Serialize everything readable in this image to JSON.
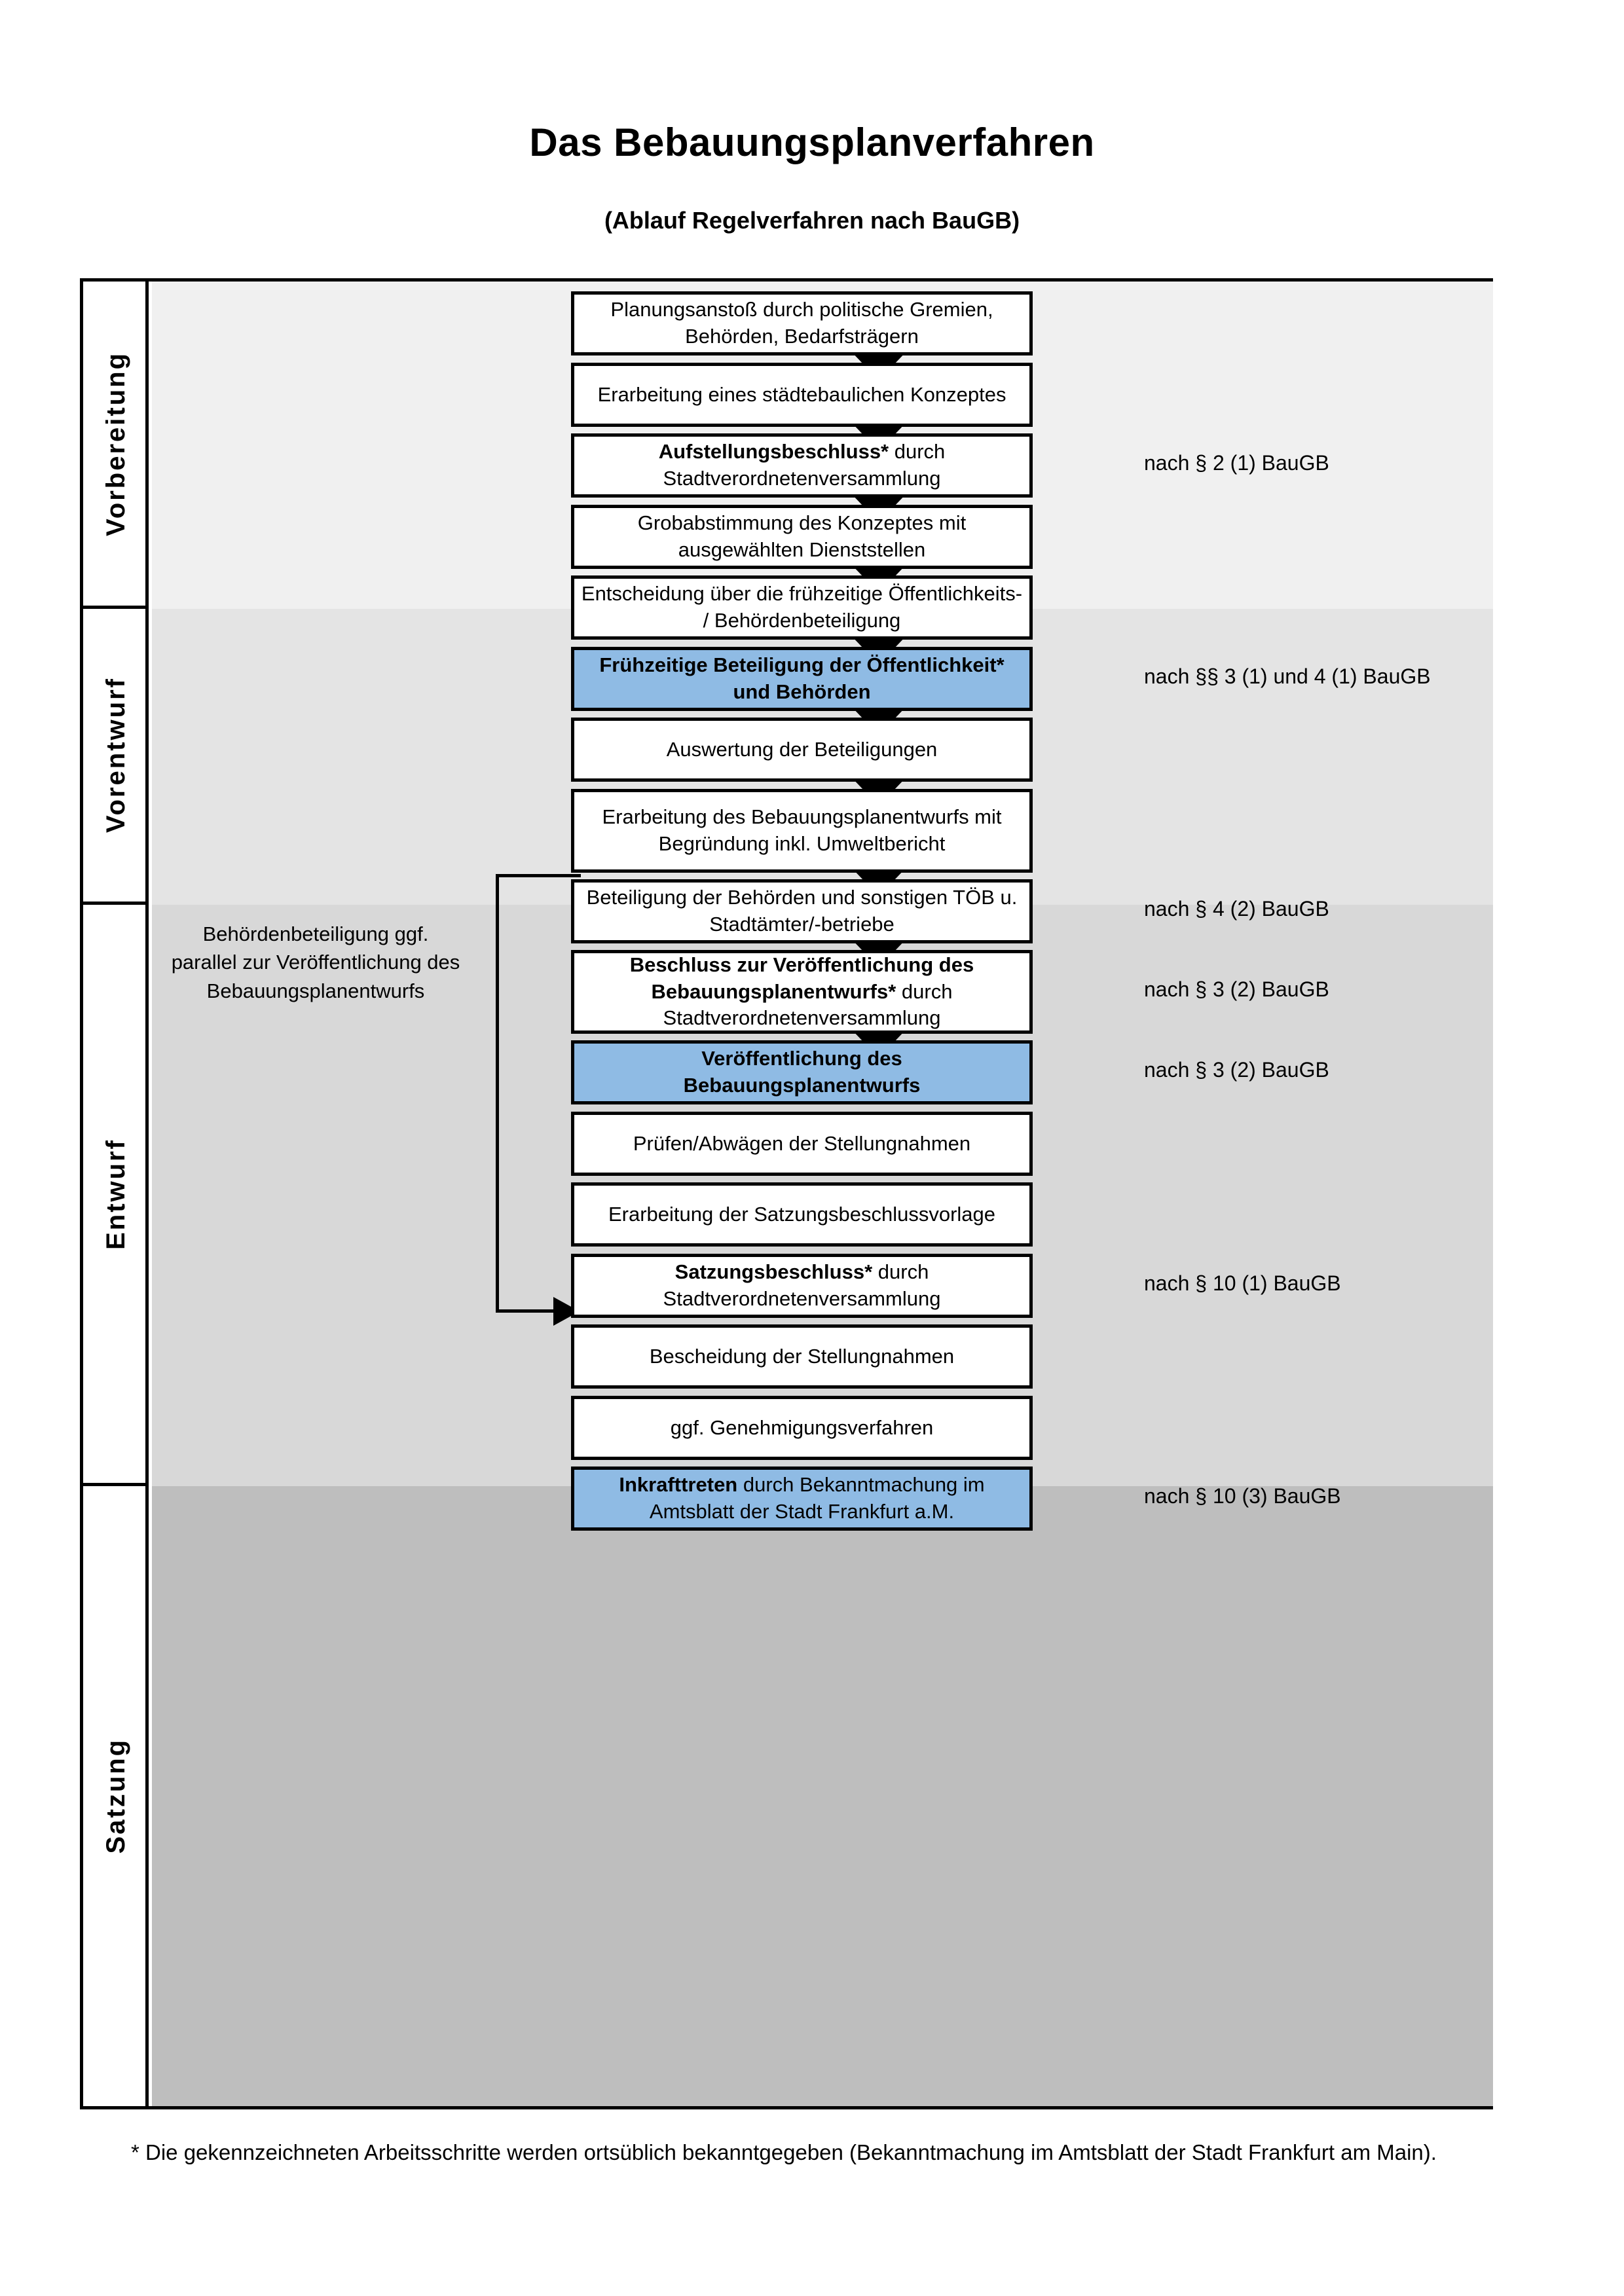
{
  "header": {
    "title": "Das Bebauungsplanverfahren",
    "subtitle": "(Ablauf Regelverfahren nach BauGB)"
  },
  "phases": [
    {
      "id": "vorbereitung",
      "label": "Vorbereitung"
    },
    {
      "id": "vorentwurf",
      "label": "Vorentwurf"
    },
    {
      "id": "entwurf",
      "label": "Entwurf"
    },
    {
      "id": "satzung",
      "label": "Satzung"
    }
  ],
  "steps": [
    {
      "id": "s1",
      "phase": "vorbereitung",
      "text": "Planungsanstoß durch politische Gremien, Behörden, Bedarfsträgern",
      "highlight": false
    },
    {
      "id": "s2",
      "phase": "vorbereitung",
      "text": "Erarbeitung eines städtebaulichen Konzeptes",
      "highlight": false
    },
    {
      "id": "s3",
      "phase": "vorbereitung",
      "text_bold": "Aufstellungsbeschluss*",
      "text_rest": " durch Stadtverordnetenversammlung",
      "highlight": false
    },
    {
      "id": "s4",
      "phase": "vorentwurf",
      "text": "Grobabstimmung des Konzeptes mit ausgewählten Dienststellen",
      "highlight": false
    },
    {
      "id": "s5",
      "phase": "vorentwurf",
      "text": "Entscheidung über die frühzeitige Öffentlichkeits- / Behördenbeteiligung",
      "highlight": false
    },
    {
      "id": "s6",
      "phase": "vorentwurf",
      "text_bold": "Frühzeitige Beteiligung der Öffentlichkeit* und Behörden",
      "text_rest": "",
      "highlight": true
    },
    {
      "id": "s7",
      "phase": "entwurf",
      "text": "Auswertung der Beteiligungen",
      "highlight": false
    },
    {
      "id": "s8",
      "phase": "entwurf",
      "text": "Erarbeitung des Bebauungsplanentwurfs mit Begründung inkl. Umweltbericht",
      "highlight": false
    },
    {
      "id": "s9",
      "phase": "entwurf",
      "text": "Beteiligung der Behörden und sonstigen TÖB u. Stadtämter/-betriebe",
      "highlight": false
    },
    {
      "id": "s10",
      "phase": "entwurf",
      "text_bold": "Beschluss zur Veröffentlichung des Bebauungsplanentwurfs*",
      "text_rest": " durch Stadtverordnetenversammlung",
      "highlight": false
    },
    {
      "id": "s11",
      "phase": "entwurf",
      "text_bold": "Veröffentlichung des Bebauungsplanentwurfs",
      "text_rest": "",
      "highlight": true
    },
    {
      "id": "s12",
      "phase": "satzung",
      "text": "Prüfen/Abwägen der Stellungnahmen",
      "highlight": false
    },
    {
      "id": "s13",
      "phase": "satzung",
      "text": "Erarbeitung der Satzungsbeschlussvorlage",
      "highlight": false
    },
    {
      "id": "s14",
      "phase": "satzung",
      "text_bold": "Satzungsbeschluss*",
      "text_rest": " durch Stadtverordnetenversammlung",
      "highlight": false
    },
    {
      "id": "s15",
      "phase": "satzung",
      "text": "Bescheidung der Stellungnahmen",
      "highlight": false
    },
    {
      "id": "s16",
      "phase": "satzung",
      "text": "ggf. Genehmigungsverfahren",
      "highlight": false
    },
    {
      "id": "s17",
      "phase": "satzung",
      "text_bold": "Inkrafttreten",
      "text_rest": " durch Bekanntmachung im Amtsblatt der Stadt Frankfurt a.M.",
      "highlight": true
    }
  ],
  "references": [
    {
      "id": "r1",
      "text": "nach § 2 (1) BauGB"
    },
    {
      "id": "r2",
      "text": "nach §§ 3 (1) und 4 (1) BauGB"
    },
    {
      "id": "r3",
      "text": "nach § 4 (2) BauGB"
    },
    {
      "id": "r4",
      "text": "nach § 3 (2) BauGB"
    },
    {
      "id": "r5",
      "text": "nach § 3 (2) BauGB"
    },
    {
      "id": "r6",
      "text": "nach § 10 (1) BauGB"
    },
    {
      "id": "r7",
      "text": "nach § 10 (3) BauGB"
    }
  ],
  "sidenote": "Behördenbeteiligung ggf. parallel zur Veröffentlichung des Bebauungsplanentwurfs",
  "footnote": "* Die gekennzeichneten Arbeitsschritte werden ortsüblich bekanntgegeben (Bekanntmachung im Amtsblatt  der Stadt Frankfurt am Main).",
  "colors": {
    "highlight_fill": "#8fbbe4",
    "band_vorbereitung": "#f0f0f0",
    "band_vorentwurf": "#e4e4e4",
    "band_entwurf": "#d8d8d8",
    "band_satzung": "#bebebe",
    "border": "#000000"
  }
}
